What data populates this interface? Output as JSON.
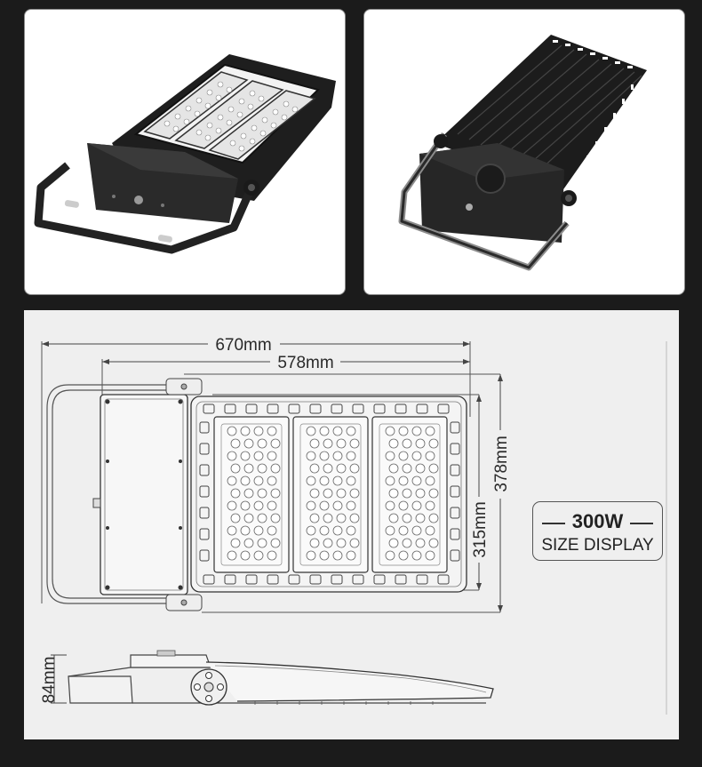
{
  "dimensions": {
    "overall_length": "670mm",
    "body_length": "578mm",
    "overall_width": "378mm",
    "body_width": "315mm",
    "height": "84mm"
  },
  "badge": {
    "power": "300W",
    "label": "SIZE DISPLAY"
  },
  "photos": {
    "front": "led-module-face-photo",
    "back": "heatsink-back-photo"
  },
  "colors": {
    "background": "#1b1b1b",
    "panel": "#efefef",
    "housing": "#2b2b2b",
    "line": "#444444"
  }
}
